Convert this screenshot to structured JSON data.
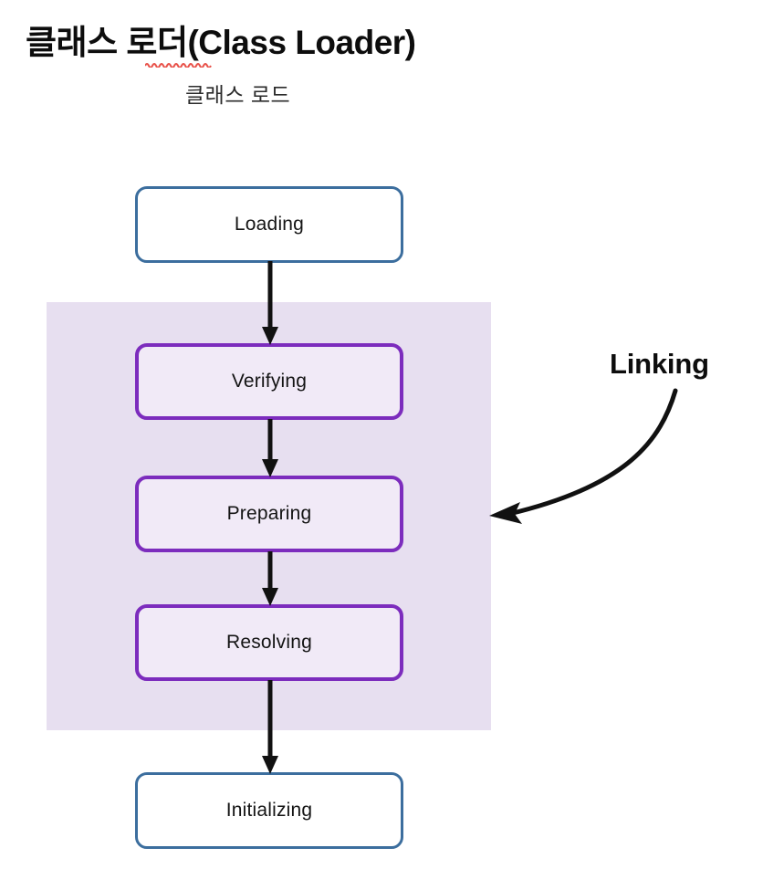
{
  "header": {
    "title": "클래스 로더(Class Loader)",
    "subtitle": "클래스 로드",
    "misspell_marker": "red-squiggly-underline"
  },
  "diagram": {
    "type": "flowchart",
    "orientation": "vertical",
    "group_label": "Linking",
    "group_panel_color": "#e7dff0",
    "outer_box_border_color": "#3c6e9e",
    "linking_box_border_color": "#7c2cbd",
    "linking_box_fill_color": "#f1eaf7",
    "arrow_color": "#111111",
    "steps": [
      {
        "label": "Loading",
        "group": "none",
        "order": 1
      },
      {
        "label": "Verifying",
        "group": "Linking",
        "order": 2
      },
      {
        "label": "Preparing",
        "group": "Linking",
        "order": 3
      },
      {
        "label": "Resolving",
        "group": "Linking",
        "order": 4
      },
      {
        "label": "Initializing",
        "group": "none",
        "order": 5
      }
    ],
    "connectors": [
      {
        "from": "Loading",
        "to": "Verifying",
        "style": "straight-arrow-down"
      },
      {
        "from": "Verifying",
        "to": "Preparing",
        "style": "straight-arrow-down"
      },
      {
        "from": "Preparing",
        "to": "Resolving",
        "style": "straight-arrow-down"
      },
      {
        "from": "Resolving",
        "to": "Initializing",
        "style": "straight-arrow-down"
      }
    ],
    "callout": {
      "label": "Linking",
      "arrow_style": "curved-arrow-left",
      "points_to": "linking-panel"
    }
  }
}
